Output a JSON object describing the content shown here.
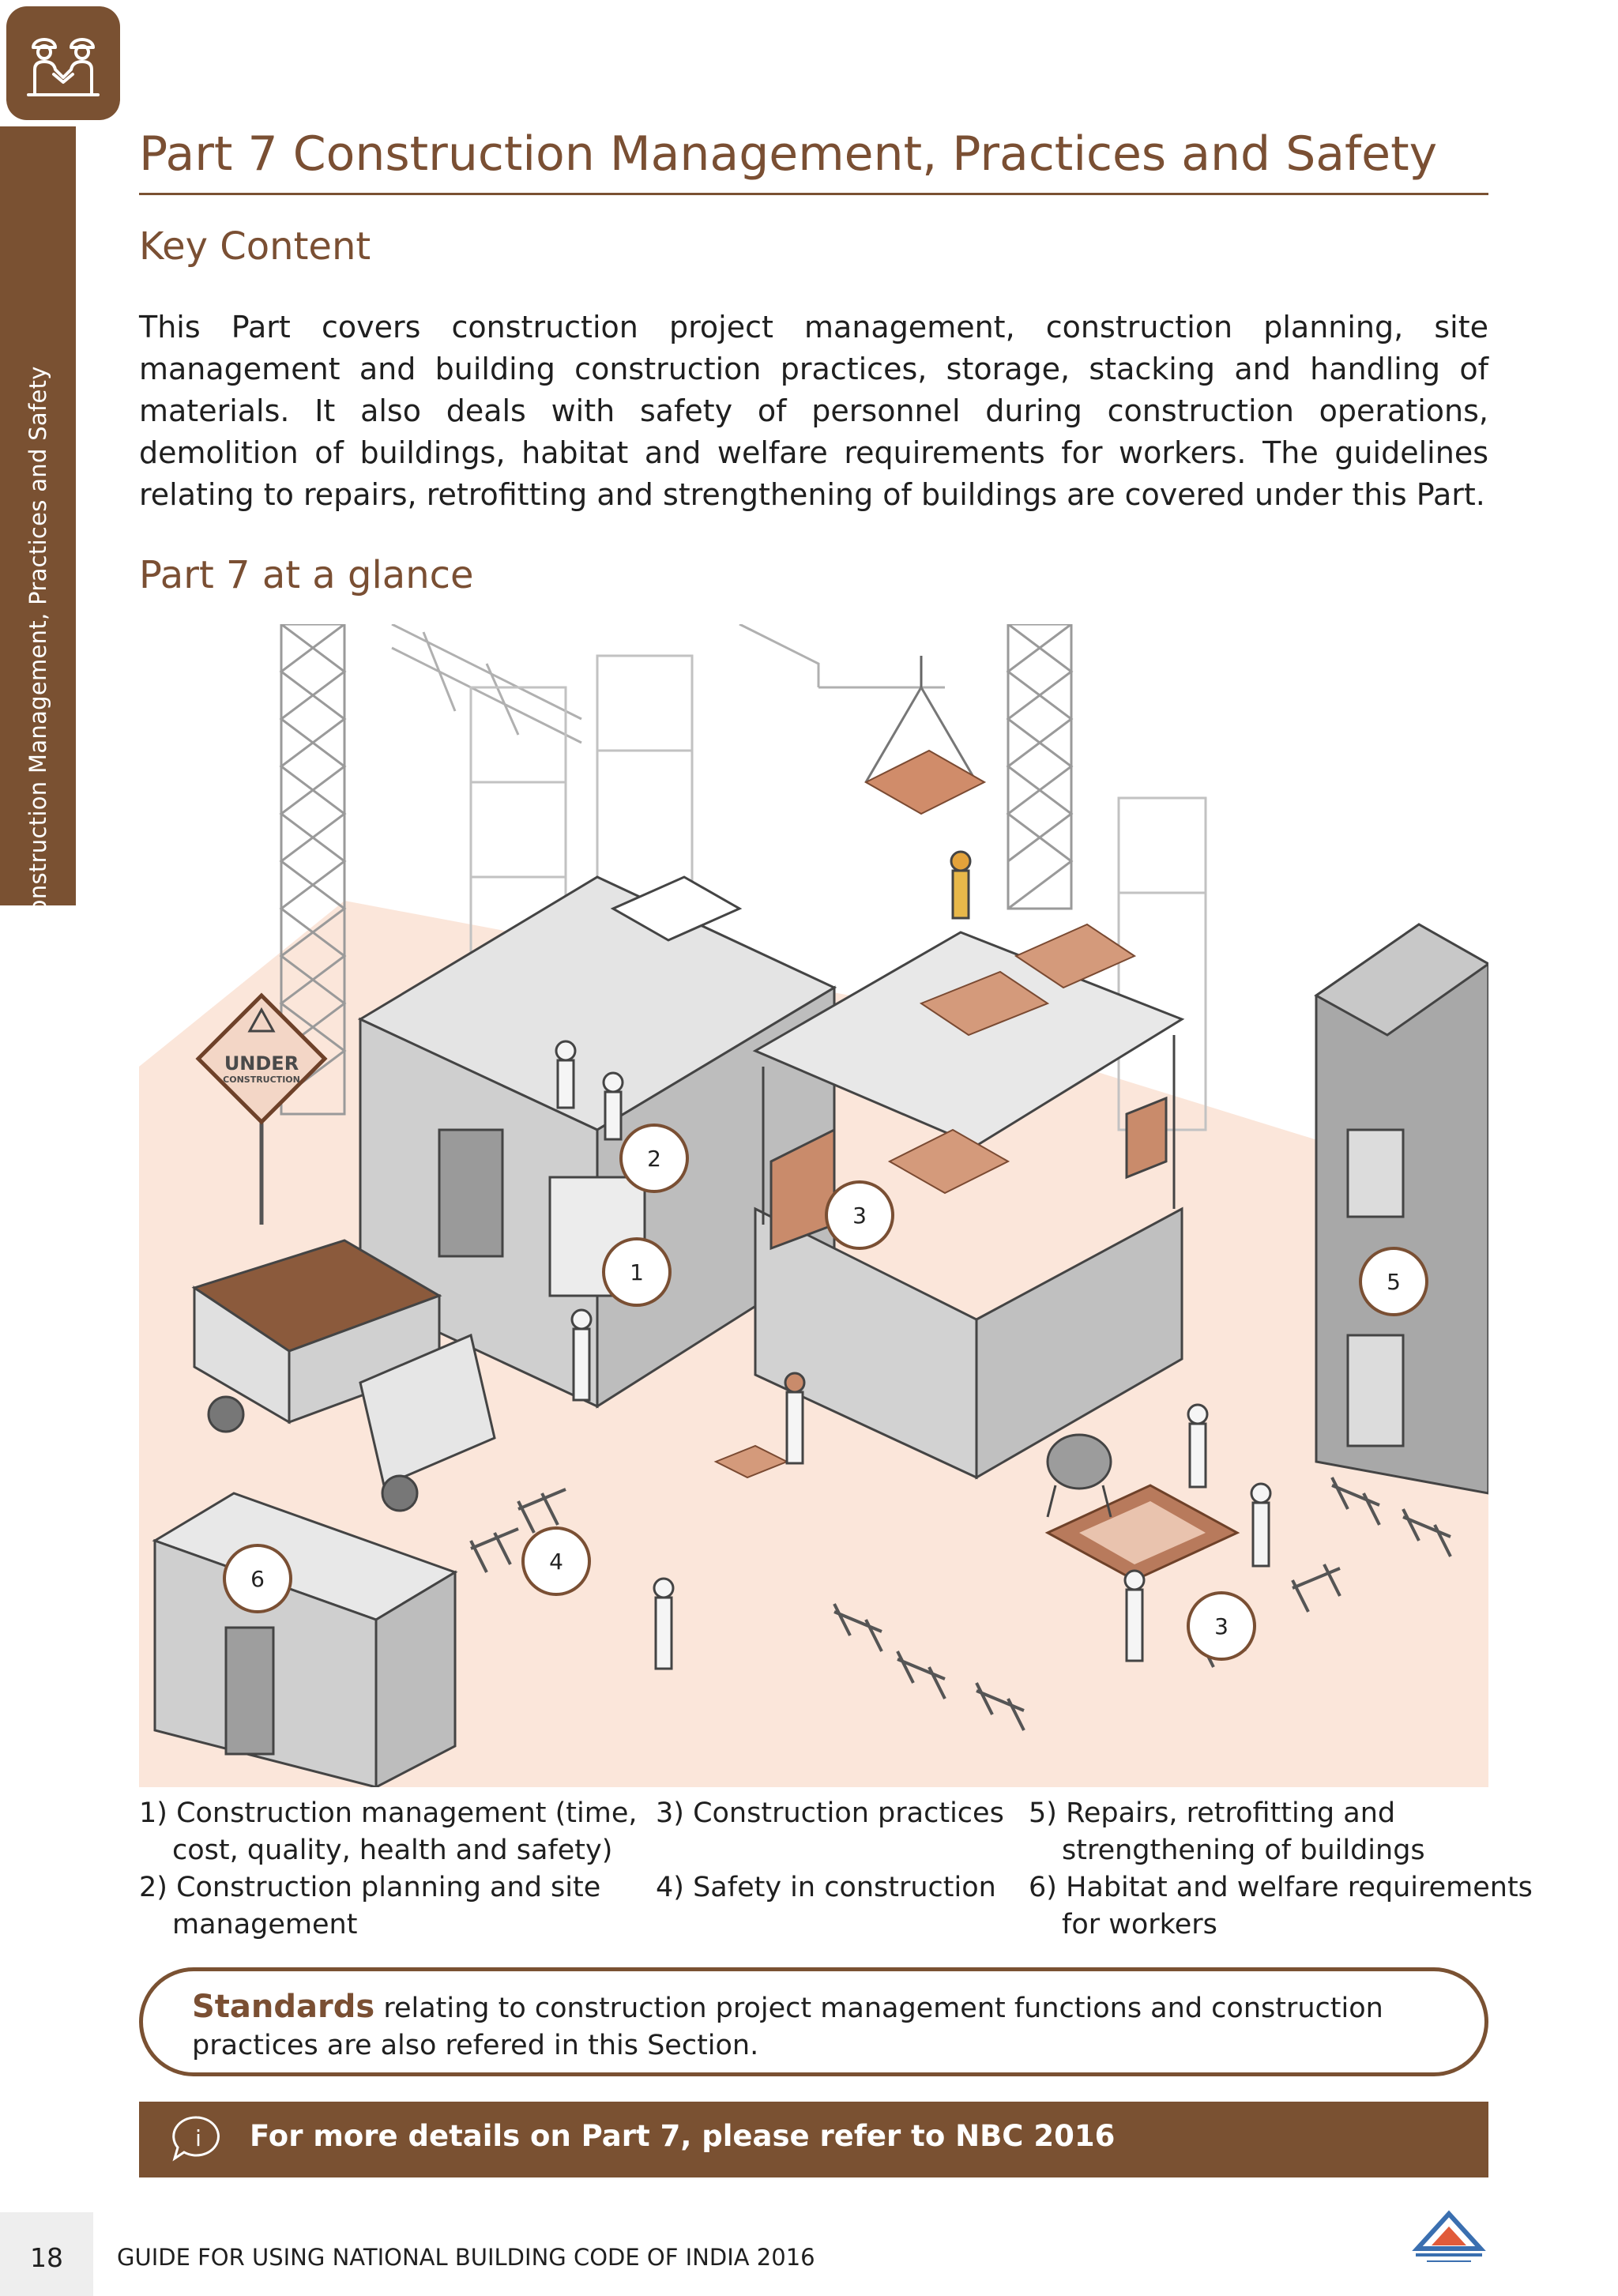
{
  "sidebar": {
    "label": "Construction Management, Practices and Safety"
  },
  "header": {
    "title": "Part 7  Construction Management, Practices and Safety"
  },
  "key_content": {
    "heading": "Key Content",
    "paragraph": "This Part covers construction project management, construction planning, site management and building construction practices, storage, stacking and handling of materials. It also deals with safety of personnel during construction operations, demolition of buildings, habitat and welfare requirements for workers. The guidelines relating to repairs, retrofitting and strengthening of buildings are covered under this Part."
  },
  "glance": {
    "heading": "Part 7 at a glance",
    "sign_line1": "UNDER",
    "sign_line2": "CONSTRUCTION",
    "markers": [
      "1",
      "2",
      "3",
      "3",
      "4",
      "5",
      "6"
    ]
  },
  "legend": [
    {
      "num": "1)",
      "line1": "Construction management (time,",
      "line2": "cost, quality, health and safety)"
    },
    {
      "num": "2)",
      "line1": "Construction planning and site",
      "line2": "management"
    },
    {
      "num": "3)",
      "line1": "Construction practices",
      "line2": ""
    },
    {
      "num": "4)",
      "line1": "Safety in construction",
      "line2": ""
    },
    {
      "num": "5)",
      "line1": "Repairs, retrofitting and",
      "line2": "strengthening of buildings"
    },
    {
      "num": "6)",
      "line1": "Habitat and welfare requirements",
      "line2": "for workers"
    }
  ],
  "standards": {
    "strong": "Standards",
    "text": " relating to construction project management functions and construction practices are also refered in this Section."
  },
  "info": {
    "icon_letter": "i",
    "text": "For more details on Part 7, please refer to NBC 2016"
  },
  "footer": {
    "page_number": "18",
    "text": "GUIDE FOR USING NATIONAL BUILDING CODE OF INDIA 2016"
  },
  "colors": {
    "brand_brown": "#7a5132",
    "ground_peach": "#fbe6da",
    "brick": "#b87a5c",
    "concrete": "#d9d9d9"
  },
  "icons": {
    "corner": "workers-handshake-icon",
    "info": "info-speech-icon",
    "logo": "bis-logo-icon"
  }
}
